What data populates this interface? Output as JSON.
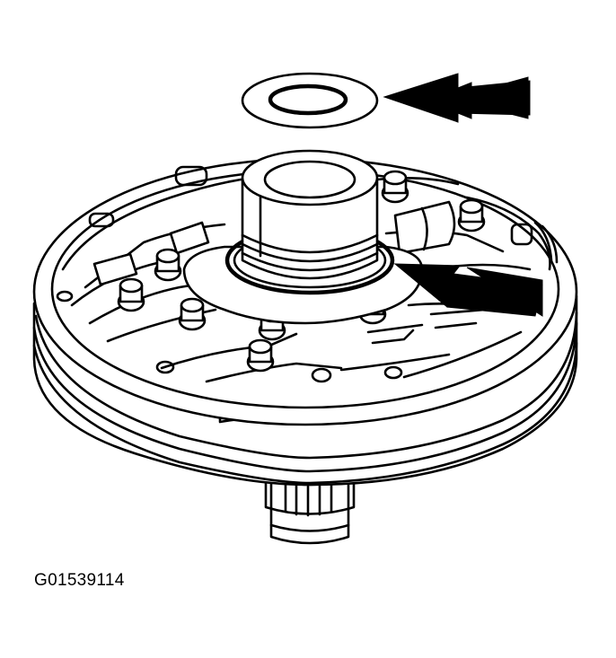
{
  "figure": {
    "code": "G01539114",
    "ink_color": "#000000",
    "background_color": "#ffffff",
    "callouts": [
      {
        "name": "arrow-to-thrust-washer",
        "icon": "double-arrow-left"
      },
      {
        "name": "arrow-to-seal-ring",
        "icon": "double-arrow-left"
      }
    ]
  }
}
